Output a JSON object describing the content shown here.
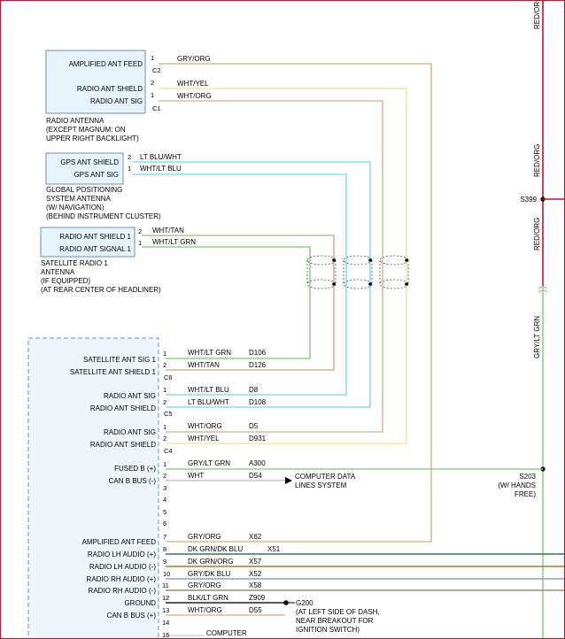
{
  "colors": {
    "gry_org": "#ddb98f",
    "wht_yel": "#f3eaa4",
    "wht_org": "#dcbc98",
    "blu": "#86dff0",
    "grn": "#8fd486",
    "tan": "#c9b79a",
    "red_org": "#c8102e",
    "dk_grn": "#2e7d4f",
    "olive": "#8a8a2e",
    "gry_dk": "#8aa0b8",
    "gry_org_dark": "#a08b6b",
    "black": "#222222",
    "box_fill": "#e7f3fb",
    "box_stroke": "#6d8fb0",
    "module_stroke": "#6f93b8"
  },
  "components": {
    "radio_antenna": {
      "pins": [
        "AMPLIFIED ANT FEED",
        "RADIO ANT SHIELD",
        "RADIO ANT SIG"
      ],
      "pin_nums": [
        "1",
        "2",
        "1"
      ],
      "connectors": [
        "C2",
        "C1"
      ],
      "caption": [
        "RADIO ANTENNA",
        "(EXCEPT MAGNUM: ON",
        "UPPER RIGHT BACKLIGHT)"
      ]
    },
    "gps_antenna": {
      "pins": [
        "GPS ANT SHIELD",
        "GPS ANT SIG"
      ],
      "pin_nums": [
        "2",
        "1"
      ],
      "caption": [
        "GLOBAL POSITIONING",
        "SYSTEM ANTENNA",
        "(W/ NAVIGATION)",
        "(BEHIND INSTRUMENT CLUSTER)"
      ]
    },
    "satellite_antenna": {
      "pins": [
        "RADIO ANT SHIELD 1",
        "RADIO ANT SIGNAL 1"
      ],
      "pin_nums": [
        "2",
        "1"
      ],
      "caption": [
        "SATELLITE RADIO 1",
        "ANTENNA",
        "(IF EQUIPPED)",
        "(AT REAR CENTER OF HEADLINER)"
      ]
    },
    "module": {
      "pins": [
        {
          "label": "SATELLITE ANT SIG 1",
          "num": "1"
        },
        {
          "label": "SATELLITE ANT SHIELD 1",
          "num": "2"
        },
        {
          "label": "RADIO ANT SIG",
          "num": "1"
        },
        {
          "label": "RADIO ANT SHIELD",
          "num": "2"
        },
        {
          "label": "RADIO ANT SIG",
          "num": "1"
        },
        {
          "label": "RADIO ANT SHIELD",
          "num": "2"
        },
        {
          "label": "FUSED B (+)",
          "num": "1"
        },
        {
          "label": "CAN B BUS (-)",
          "num": "2"
        },
        {
          "label": "",
          "num": "3"
        },
        {
          "label": "",
          "num": "4"
        },
        {
          "label": "",
          "num": "5"
        },
        {
          "label": "",
          "num": "6"
        },
        {
          "label": "AMPLIFIED ANT FEED",
          "num": "7"
        },
        {
          "label": "RADIO LH AUDIO (+)",
          "num": "8"
        },
        {
          "label": "RADIO LH AUDIO (-)",
          "num": "9"
        },
        {
          "label": "RADIO RH AUDIO (+)",
          "num": "10"
        },
        {
          "label": "RADIO RH AUDIO (-)",
          "num": "11"
        },
        {
          "label": "GROUND",
          "num": "12"
        },
        {
          "label": "CAN B BUS (+)",
          "num": "13"
        },
        {
          "label": "",
          "num": "14"
        },
        {
          "label": "",
          "num": "15"
        }
      ],
      "connectors": [
        "C6",
        "C5",
        "C4"
      ]
    }
  },
  "wires": {
    "amp_feed_top": {
      "color": "GRY/ORG"
    },
    "radio_shield_top": {
      "color": "WHT/YEL"
    },
    "radio_sig_top": {
      "color": "WHT/ORG"
    },
    "gps_shield": {
      "color": "LT BLU/WHT"
    },
    "gps_sig": {
      "color": "WHT/LT BLU"
    },
    "sat_shield": {
      "color": "WHT/TAN"
    },
    "sat_sig": {
      "color": "WHT/LT GRN"
    },
    "m_sat_sig": {
      "color": "WHT/LT GRN",
      "circuit": "D106"
    },
    "m_sat_shield": {
      "color": "WHT/TAN",
      "circuit": "D126"
    },
    "m_gps_sig": {
      "color": "WHT/LT BLU",
      "circuit": "D8"
    },
    "m_gps_shield": {
      "color": "LT BLU/WHT",
      "circuit": "D108"
    },
    "m_radio_sig": {
      "color": "WHT/ORG",
      "circuit": "D5"
    },
    "m_radio_shield": {
      "color": "WHT/YEL",
      "circuit": "D931"
    },
    "m_fused_b": {
      "color": "GRY/LT GRN",
      "circuit": "A300"
    },
    "m_can_neg": {
      "color": "WHT",
      "circuit": "D54"
    },
    "m_amp_feed": {
      "color": "GRY/ORG",
      "circuit": "X62"
    },
    "m_lh_pos": {
      "color": "DK GRN/DK BLU",
      "circuit": "X51"
    },
    "m_lh_neg": {
      "color": "DK GRN/ORG",
      "circuit": "X57"
    },
    "m_rh_pos": {
      "color": "GRY/DK BLU",
      "circuit": "X52"
    },
    "m_rh_neg": {
      "color": "GRY/ORG",
      "circuit": "X58"
    },
    "m_ground": {
      "color": "BLK/LT GRN",
      "circuit": "Z909"
    },
    "m_can_pos": {
      "color": "WHT/ORG",
      "circuit": "D55"
    },
    "right_vertical": [
      "RED/ORG",
      "RED/ORG",
      "RED/ORG",
      "GRY/LT GRN"
    ]
  },
  "labels": {
    "computer_data": [
      "COMPUTER DATA",
      "LINES SYSTEM"
    ],
    "computer_bottom": "COMPUTER",
    "s399": "S399",
    "s203": [
      "S203",
      "(W/ HANDS",
      "FREE)"
    ],
    "g200": [
      "G200",
      "(AT LEFT SIDE OF DASH,",
      "NEAR BREAKOUT FOR",
      "IGNITION SWITCH)"
    ]
  }
}
